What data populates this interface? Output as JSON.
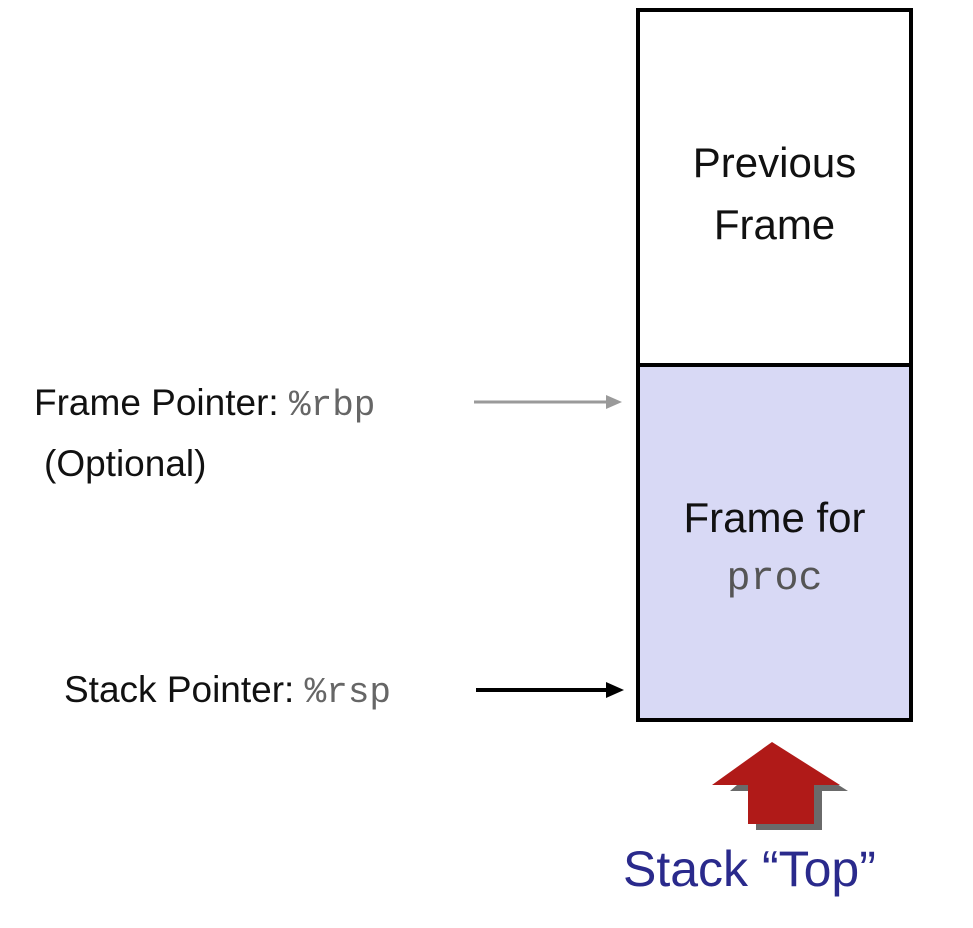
{
  "previous_frame": {
    "line1": "Previous",
    "line2": "Frame"
  },
  "proc_frame": {
    "line1": "Frame for",
    "line2": "proc"
  },
  "frame_pointer": {
    "label": "Frame Pointer: ",
    "register": "%rbp",
    "note": "(Optional)"
  },
  "stack_pointer": {
    "label": "Stack Pointer: ",
    "register": "%rsp"
  },
  "stack_top": {
    "label": "Stack “Top”"
  },
  "colors": {
    "proc_frame_fill": "#d8d9f5",
    "top_arrow": "#b01a18",
    "top_label": "#2a2a8c",
    "fp_arrow": "#9a9a9a"
  }
}
